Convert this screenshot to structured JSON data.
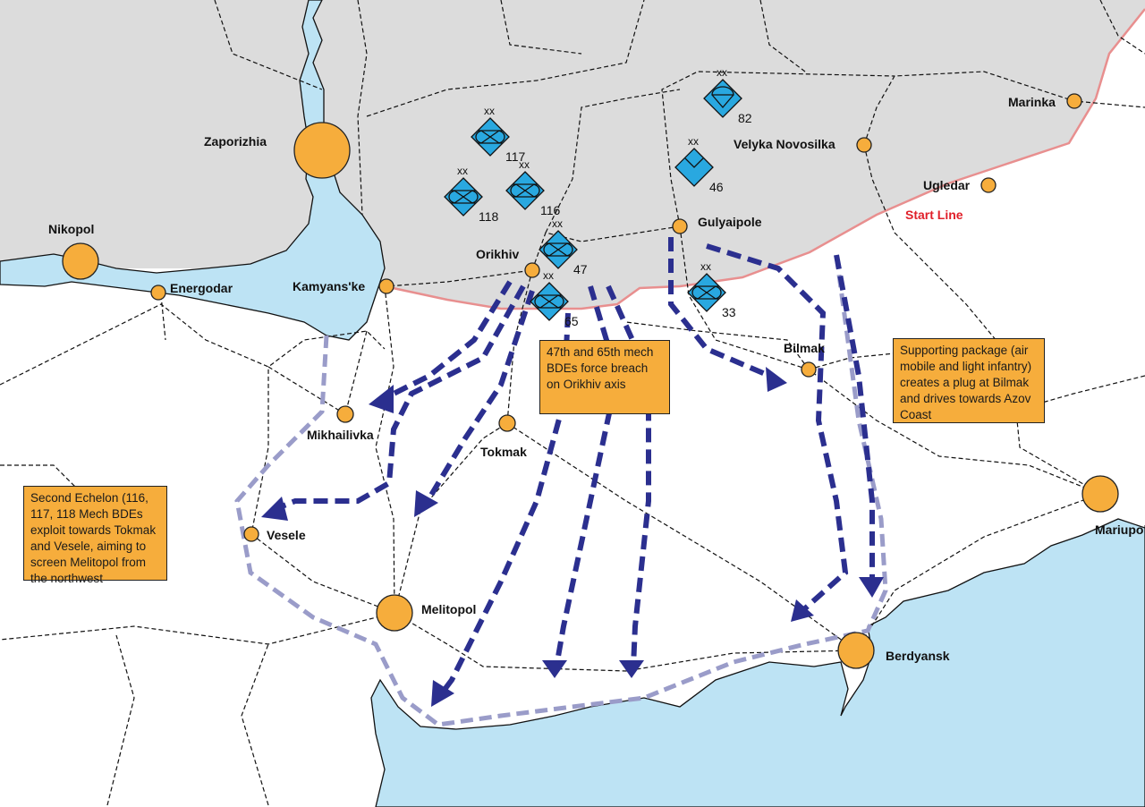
{
  "map": {
    "colors": {
      "occupied": "#dcdcdc",
      "water": "#bde3f4",
      "city": "#f6ad3c",
      "advance": "#2b2f8f",
      "support": "#9a9cc9",
      "start_line": "#e88f8f",
      "unit": "#29a8e0"
    },
    "start_line_label": "Start Line",
    "cities": [
      {
        "name": "Zaporizhia"
      },
      {
        "name": "Nikopol"
      },
      {
        "name": "Energodar"
      },
      {
        "name": "Kamyans'ke"
      },
      {
        "name": "Orikhiv"
      },
      {
        "name": "Gulyaipole"
      },
      {
        "name": "Velyka Novosilka"
      },
      {
        "name": "Marinka"
      },
      {
        "name": "Ugledar"
      },
      {
        "name": "Bilmak"
      },
      {
        "name": "Mikhailivka"
      },
      {
        "name": "Tokmak"
      },
      {
        "name": "Vesele"
      },
      {
        "name": "Melitopol"
      },
      {
        "name": "Berdyansk"
      },
      {
        "name": "Mariupol"
      }
    ],
    "units": [
      {
        "echelon": "xx",
        "number": "117",
        "type": "mechanized"
      },
      {
        "echelon": "xx",
        "number": "118",
        "type": "mechanized"
      },
      {
        "echelon": "xx",
        "number": "116",
        "type": "mechanized"
      },
      {
        "echelon": "xx",
        "number": "47",
        "type": "mechanized"
      },
      {
        "echelon": "xx",
        "number": "65",
        "type": "mechanized"
      },
      {
        "echelon": "xx",
        "number": "46",
        "type": "air-assault"
      },
      {
        "echelon": "xx",
        "number": "82",
        "type": "airborne"
      },
      {
        "echelon": "xx",
        "number": "33",
        "type": "mechanized"
      }
    ],
    "callouts": {
      "breach": "47th and 65th mech BDEs force breach on Orikhiv axis",
      "support": "Supporting package (air mobile and light infantry) creates a plug at Bilmak and drives towards Azov Coast",
      "second_echelon": "Second Echelon (116, 117, 118 Mech BDEs exploit towards Tokmak and Vesele, aiming to screen Melitopol from the northwest"
    }
  }
}
